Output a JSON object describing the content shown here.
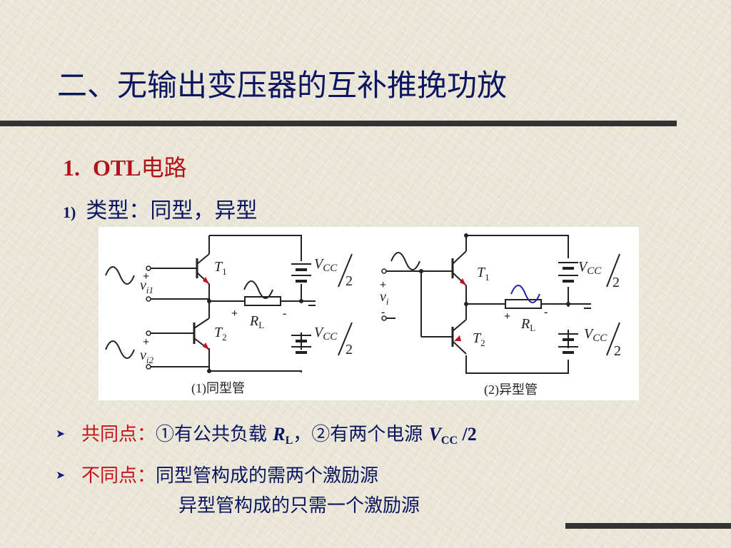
{
  "slide": {
    "title": "二、无输出变压器的互补推挽功放",
    "section_number": "1.",
    "section_title_latin": "OTL",
    "section_title_cjk": "电路",
    "sub_number": "1)",
    "sub_text": "类型：同型，异型"
  },
  "diagram": {
    "left": {
      "transistor_top": "T",
      "transistor_top_sub": "1",
      "transistor_bottom": "T",
      "transistor_bottom_sub": "2",
      "input_top": "v",
      "input_top_sub": "i1",
      "input_bottom": "v",
      "input_bottom_sub": "i2",
      "load": "R",
      "load_sub": "L",
      "supply_top": "V",
      "supply_top_sub": "CC",
      "supply_bottom": "V",
      "supply_bottom_sub": "CC",
      "slash_two": "2",
      "caption": "(1)同型管"
    },
    "right": {
      "transistor_top": "T",
      "transistor_top_sub": "1",
      "transistor_bottom": "T",
      "transistor_bottom_sub": "2",
      "input": "v",
      "input_sub": "i",
      "load": "R",
      "load_sub": "L",
      "supply_top": "V",
      "supply_top_sub": "CC",
      "supply_bottom": "V",
      "supply_bottom_sub": "CC",
      "slash_two": "2",
      "caption": "(2)异型管"
    },
    "plus": "+",
    "minus": "-"
  },
  "bullets": {
    "common_key": "共同点：",
    "common_text1": "①有公共负载 ",
    "common_R": "R",
    "common_R_sub": "L",
    "common_text2": "，②有两个电源 ",
    "common_V": "V",
    "common_V_sub": "CC",
    "common_tail": " /2",
    "diff_key": "不同点：",
    "diff_text1": "同型管构成的需两个激励源",
    "diff_text2": "异型管构成的只需一个激励源"
  }
}
